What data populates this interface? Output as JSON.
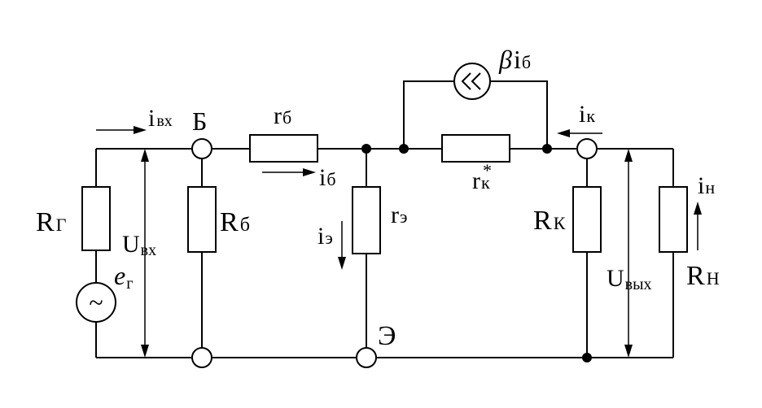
{
  "labels": {
    "R_gen": {
      "main": "R",
      "sub": "Г"
    },
    "R_b": {
      "main": "R",
      "sub": "б"
    },
    "r_b": {
      "main": "r",
      "sub": "б"
    },
    "r_e": {
      "main": "r",
      "sub": "э"
    },
    "r_k": {
      "main": "r",
      "sub": "к",
      "sup": "*"
    },
    "R_k": {
      "main": "R",
      "sub": "К"
    },
    "R_n": {
      "main": "R",
      "sub": "Н"
    },
    "U_in": {
      "main": "U",
      "sub": "вх"
    },
    "U_out": {
      "main": "U",
      "sub": "вых"
    },
    "e_g": {
      "main": "e",
      "sub": "г"
    },
    "i_in": {
      "main": "i",
      "sub": "вх"
    },
    "i_b": {
      "main": "i",
      "sub": "б"
    },
    "i_e": {
      "main": "i",
      "sub": "э"
    },
    "i_k": {
      "main": "i",
      "sub": "к"
    },
    "i_n": {
      "main": "i",
      "sub": "н"
    },
    "source_beta": "β",
    "source_i": {
      "main": "i",
      "sub": "б"
    },
    "node_B": "Б",
    "node_E": "Э",
    "ac_symbol": "~"
  }
}
